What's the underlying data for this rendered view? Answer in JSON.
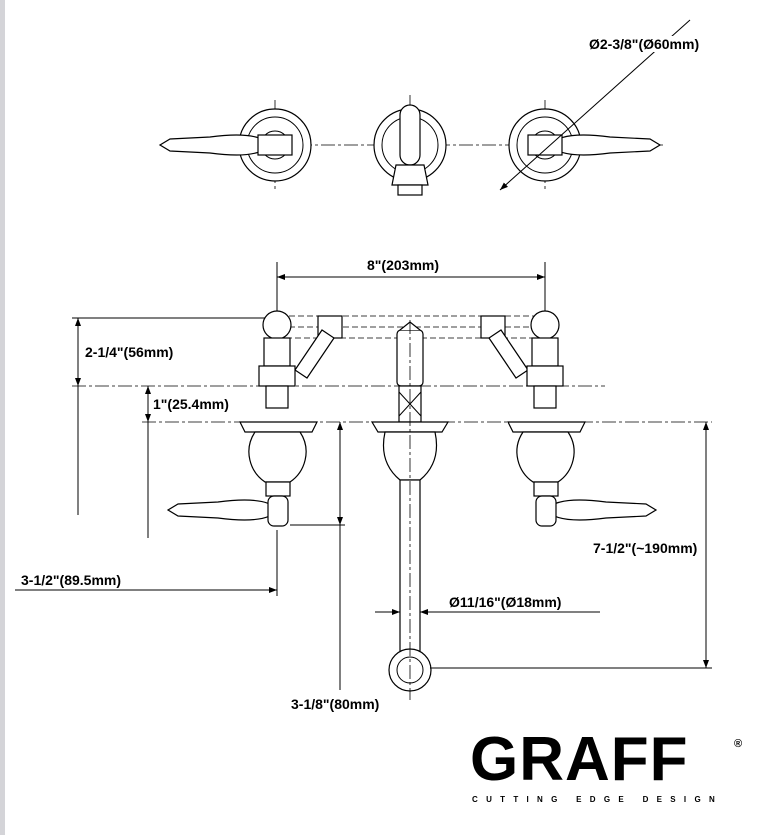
{
  "drawing": {
    "dimensions": {
      "handle_diameter": "Ø2-3/8\"(Ø60mm)",
      "center_spread": "8\"(203mm)",
      "bridge_height": "2-1/4\"(56mm)",
      "riser_height": "1\"(25.4mm)",
      "handle_reach": "3-1/2\"(89.5mm)",
      "handle_drop": "3-1/8\"(80mm)",
      "spout_height": "7-1/2\"(~190mm)",
      "spout_diameter": "Ø11/16\"(Ø18mm)"
    }
  },
  "logo": {
    "brand": "GRAFF",
    "registered": "®",
    "tagline": "CUTTING EDGE DESIGN"
  }
}
